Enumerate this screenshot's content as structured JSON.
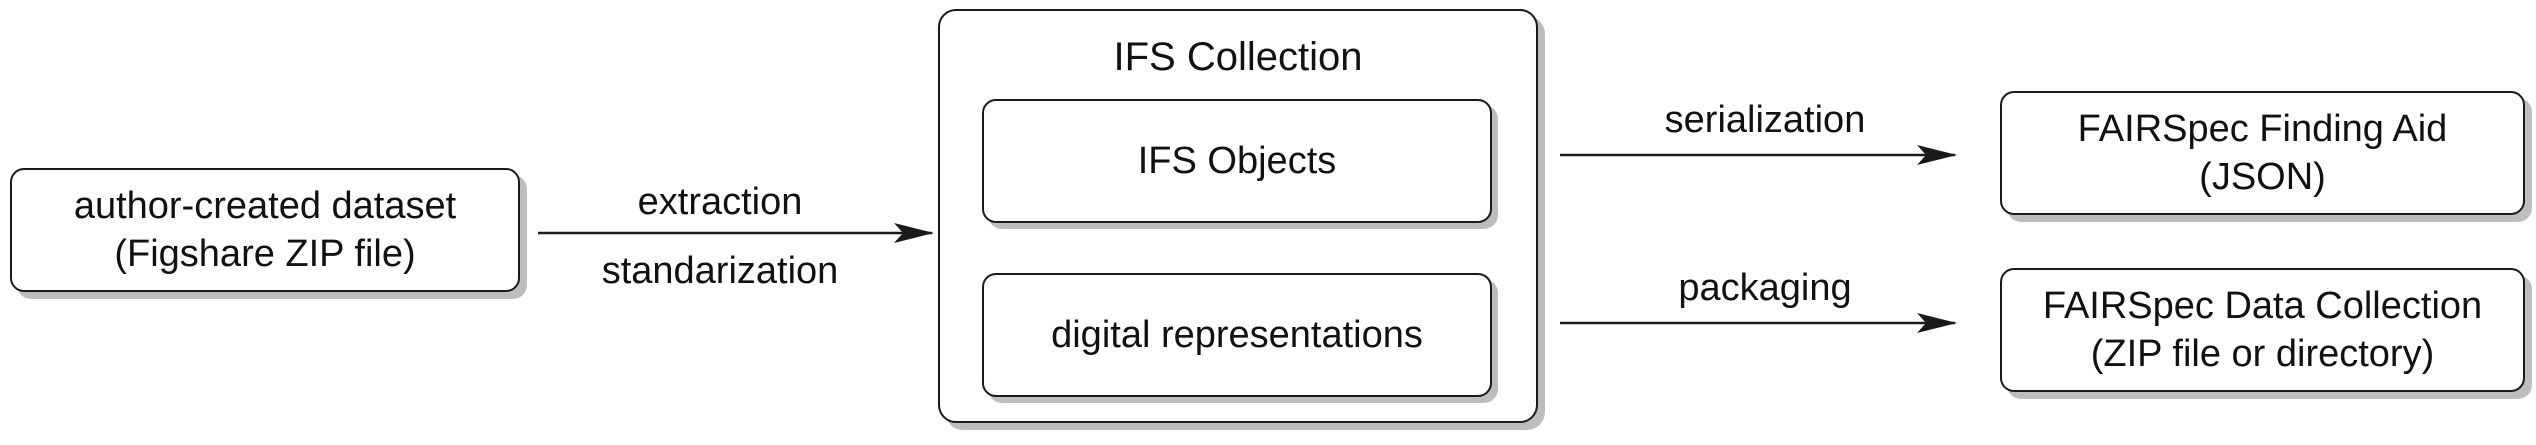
{
  "nodes": {
    "source": {
      "line1": "author-created dataset",
      "line2": "(Figshare ZIP file)"
    },
    "collection": {
      "title": "IFS Collection",
      "objects": "IFS Objects",
      "representations": "digital representations"
    },
    "finding_aid": {
      "line1": "FAIRSpec Finding Aid",
      "line2": "(JSON)"
    },
    "data_collection": {
      "line1": "FAIRSpec Data Collection",
      "line2": "(ZIP file or directory)"
    }
  },
  "edges": {
    "extraction": "extraction",
    "standarization": "standarization",
    "serialization": "serialization",
    "packaging": "packaging"
  },
  "colors": {
    "stroke": "#1a1a1a",
    "shadow": "#bdbdbd",
    "background": "#ffffff"
  }
}
